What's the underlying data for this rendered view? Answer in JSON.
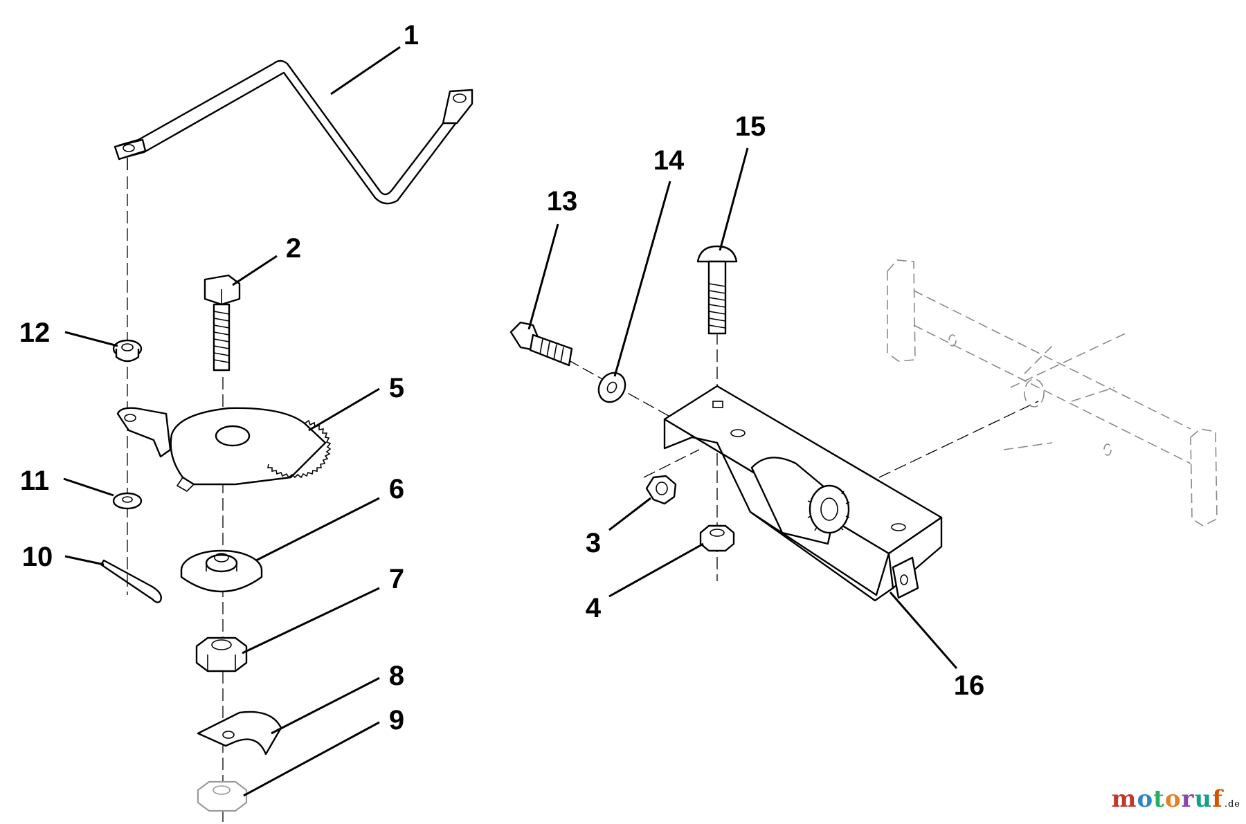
{
  "watermark": {
    "text": "motoruf",
    "tld": ".de",
    "colors": [
      "#c0392b",
      "#2e86c1",
      "#27ae60",
      "#e67e22",
      "#8e44ad",
      "#16a085",
      "#d35400"
    ]
  },
  "part_labels": [
    "1",
    "2",
    "3",
    "4",
    "5",
    "6",
    "7",
    "8",
    "9",
    "10",
    "11",
    "12",
    "13",
    "14",
    "15",
    "16"
  ]
}
